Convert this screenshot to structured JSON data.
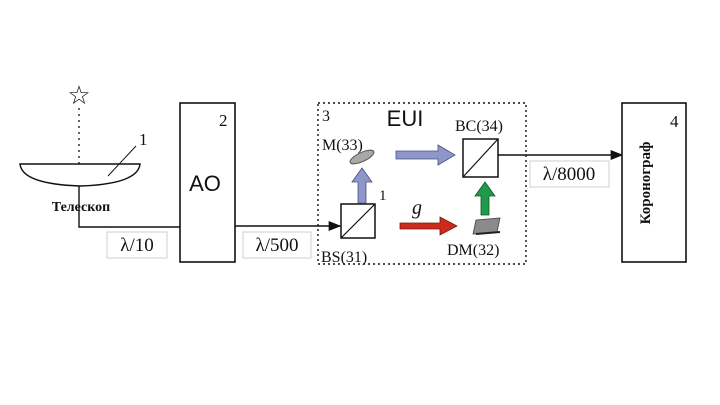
{
  "labels": {
    "telescope_number": "1",
    "telescope_caption": "Телескоп",
    "ao_number": "2",
    "ao_label": "AO",
    "eui_number": "3",
    "eui_label": "EUI",
    "coronagraph_number": "4",
    "coronagraph_label": "Коронограф",
    "m33": "M(33)",
    "bc34": "BC(34)",
    "bs31": "BS(31)",
    "dm32": "DM(32)",
    "bs_marker": "1",
    "g_label": "g"
  },
  "wavefront": {
    "telescope_out": "λ/10",
    "ao_out": "λ/500",
    "eui_out": "λ/8000"
  },
  "icons": {
    "star": "star-icon"
  },
  "colors": {
    "blue_arrow": "#8f96c9",
    "red_arrow": "#cc2a1c",
    "green_arrow": "#1f9a4a",
    "line": "#111111",
    "mirror": "#9a9a9a"
  }
}
